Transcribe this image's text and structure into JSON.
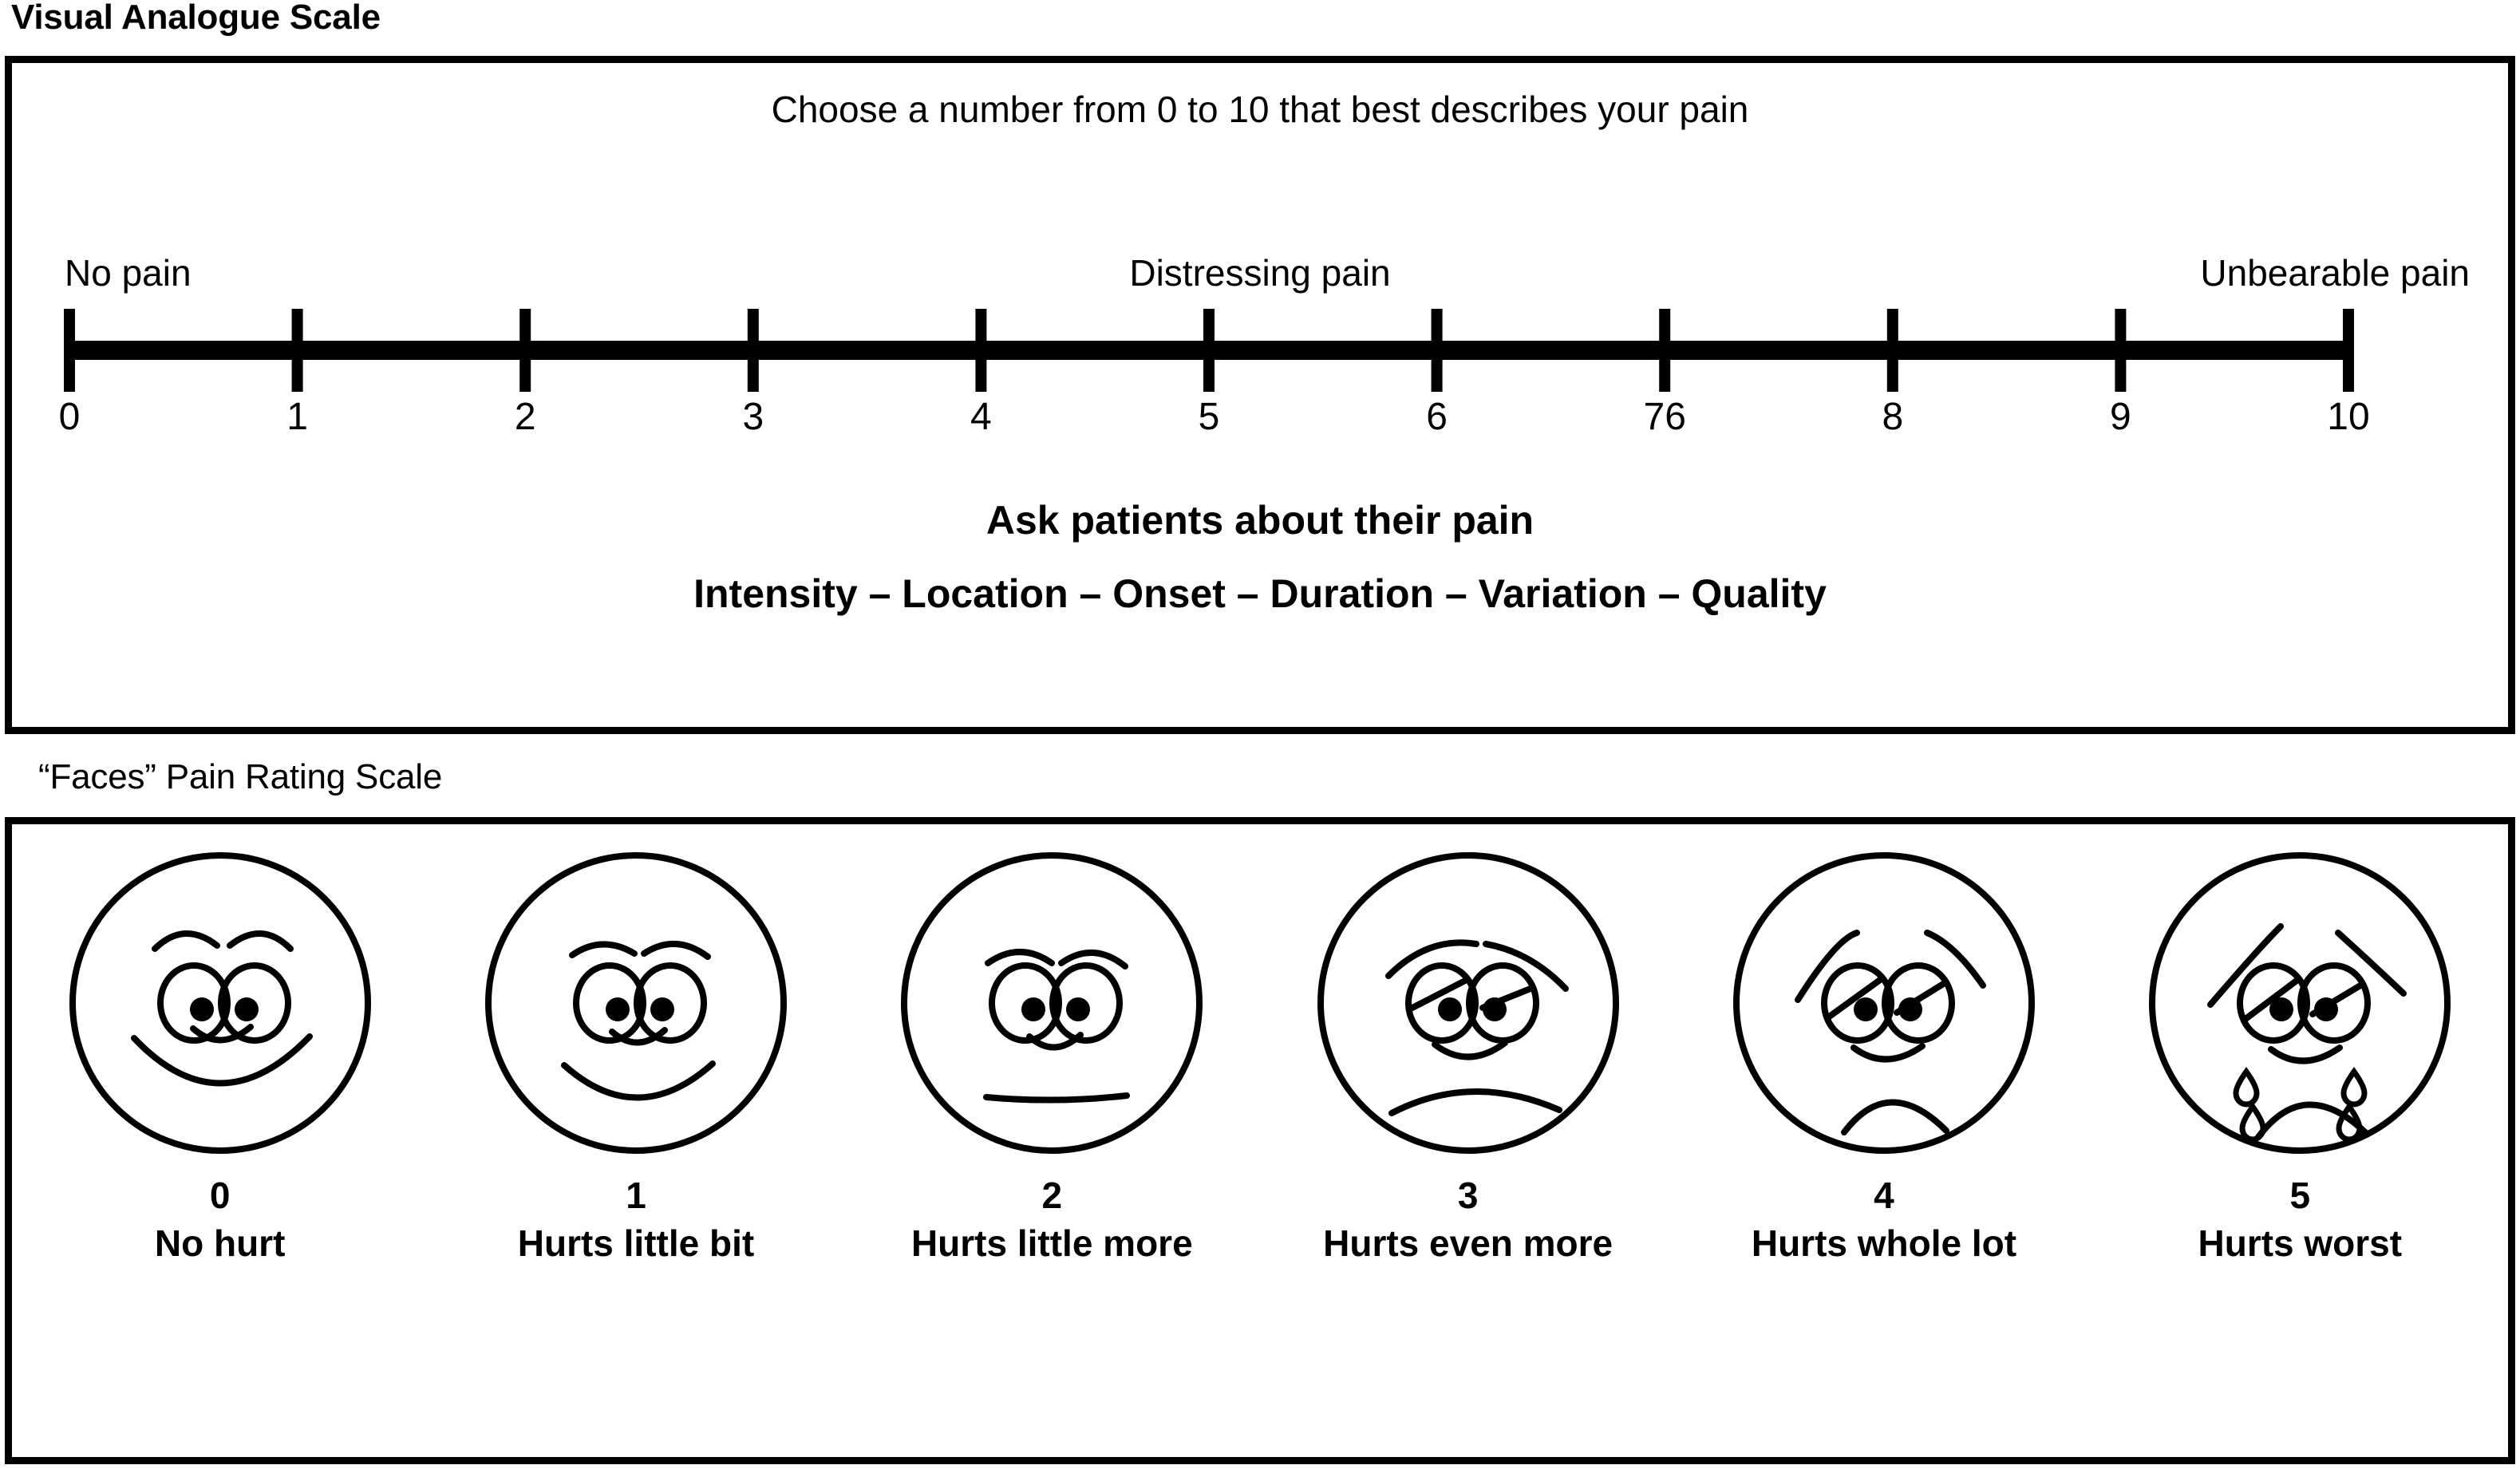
{
  "vas": {
    "heading": "Visual Analogue Scale",
    "instruction": "Choose a number from 0 to 10 that best describes your pain",
    "anchors": {
      "left": "No pain",
      "center": "Distressing pain",
      "right": "Unbearable pain"
    },
    "tick_labels": [
      "0",
      "1",
      "2",
      "3",
      "4",
      "5",
      "6",
      "76",
      "8",
      "9",
      "10"
    ],
    "bold_line_1": "Ask patients about their pain",
    "bold_line_2": "Intensity – Location – Onset – Duration – Variation – Quality"
  },
  "faces": {
    "heading": "“Faces” Pain Rating Scale",
    "items": [
      {
        "number": "0",
        "label": "No hurt"
      },
      {
        "number": "1",
        "label": "Hurts little bit"
      },
      {
        "number": "2",
        "label": "Hurts little more"
      },
      {
        "number": "3",
        "label": "Hurts even more"
      },
      {
        "number": "4",
        "label": "Hurts whole lot"
      },
      {
        "number": "5",
        "label": "Hurts worst"
      }
    ]
  },
  "style": {
    "ink": "#000000",
    "paper": "#ffffff"
  }
}
